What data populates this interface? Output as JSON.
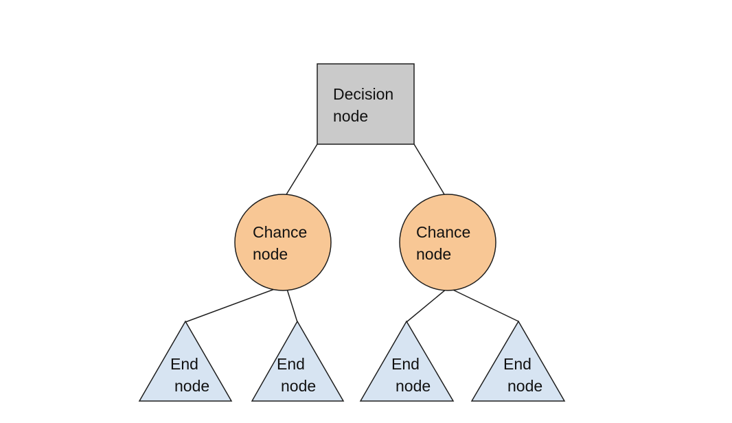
{
  "diagram": {
    "colors": {
      "background": "#ffffff",
      "stroke": "#1e1e1e",
      "text": "#111111",
      "decision_fill": "#cacaca",
      "chance_fill": "#f8c795",
      "end_fill": "#d7e4f2"
    },
    "nodes": {
      "decision": {
        "type": "decision",
        "shape": "square",
        "fill": "#cacaca",
        "lines": [
          "Decision",
          "node"
        ]
      },
      "chance_left": {
        "type": "chance",
        "shape": "circle",
        "fill": "#f8c795",
        "lines": [
          "Chance",
          "node"
        ]
      },
      "chance_right": {
        "type": "chance",
        "shape": "circle",
        "fill": "#f8c795",
        "lines": [
          "Chance",
          "node"
        ]
      },
      "end_1": {
        "type": "end",
        "shape": "triangle",
        "fill": "#d7e4f2",
        "lines": [
          "End",
          "node"
        ]
      },
      "end_2": {
        "type": "end",
        "shape": "triangle",
        "fill": "#d7e4f2",
        "lines": [
          "End",
          "node"
        ]
      },
      "end_3": {
        "type": "end",
        "shape": "triangle",
        "fill": "#d7e4f2",
        "lines": [
          "End",
          "node"
        ]
      },
      "end_4": {
        "type": "end",
        "shape": "triangle",
        "fill": "#d7e4f2",
        "lines": [
          "End",
          "node"
        ]
      }
    },
    "edges": [
      {
        "from": "decision",
        "to": "chance_left"
      },
      {
        "from": "decision",
        "to": "chance_right"
      },
      {
        "from": "chance_left",
        "to": "end_1"
      },
      {
        "from": "chance_left",
        "to": "end_2"
      },
      {
        "from": "chance_right",
        "to": "end_3"
      },
      {
        "from": "chance_right",
        "to": "end_4"
      }
    ]
  }
}
